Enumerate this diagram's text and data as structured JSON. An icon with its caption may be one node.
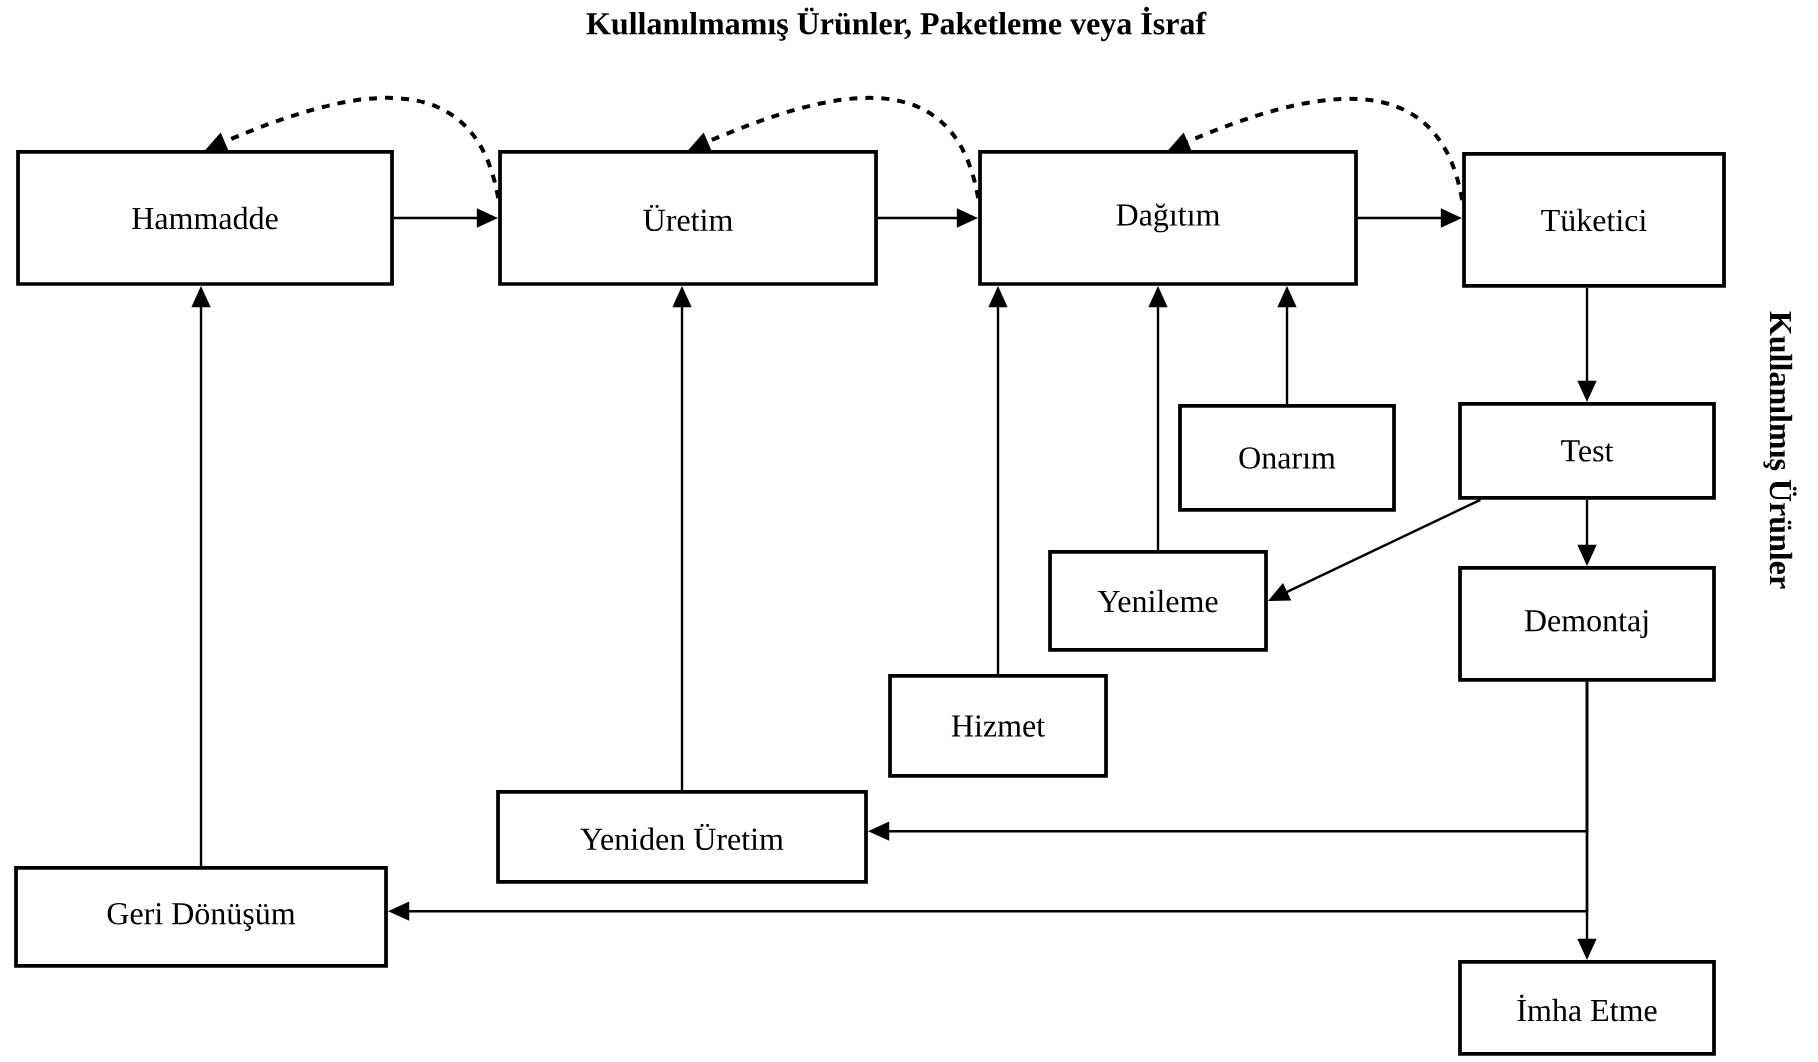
{
  "diagram": {
    "nodes": [
      {
        "text": [
          "Hammadde"
        ]
      },
      {
        "text": [
          "Üretim"
        ]
      },
      {
        "text": [
          "Dağıtım"
        ]
      },
      {
        "text": [
          "Tüketici"
        ]
      },
      {
        "text": [
          "Test"
        ]
      },
      {
        "text": [
          "Onarım"
        ]
      },
      {
        "text": [
          "Yenileme"
        ]
      },
      {
        "text": [
          "Demontaj"
        ]
      },
      {
        "text": [
          "Hizmet"
        ]
      },
      {
        "text": [
          "Yeniden Üretim"
        ]
      },
      {
        "text": [
          "Geri Dönüşüm"
        ]
      },
      {
        "text": [
          "İmha Etme"
        ]
      }
    ],
    "edges": [
      {
        "from": 0,
        "to": 1,
        "arrow": "to"
      },
      {
        "from": 1,
        "to": 2,
        "arrow": "to"
      },
      {
        "from": 2,
        "to": 3,
        "arrow": "to"
      },
      {
        "from": 1,
        "to": 0,
        "arrow": "to",
        "style": "dashed"
      },
      {
        "from": 2,
        "to": 1,
        "arrow": "to",
        "style": "dashed"
      },
      {
        "from": 3,
        "to": 2,
        "arrow": "to",
        "style": "dashed"
      },
      {
        "from": 3,
        "to": 4,
        "arrow": "to"
      },
      {
        "from": 4,
        "to": 6,
        "arrow": "to"
      },
      {
        "from": 4,
        "to": 7,
        "arrow": "to"
      },
      {
        "from": 5,
        "to": 2,
        "arrow": "to"
      },
      {
        "from": 6,
        "to": 2,
        "arrow": "to"
      },
      {
        "from": 8,
        "to": 2,
        "arrow": "to"
      },
      {
        "from": 9,
        "to": 1,
        "arrow": "to"
      },
      {
        "from": 10,
        "to": 0,
        "arrow": "to"
      },
      {
        "from": 7,
        "to": 9,
        "arrow": "to"
      },
      {
        "from": 7,
        "to": 10,
        "arrow": "to"
      },
      {
        "from": 7,
        "to": 11,
        "arrow": "to"
      }
    ],
    "labels": [
      "Kullanılmamış Ürünler, Paketleme veya İsraf",
      "Kullanılmış Ürünler"
    ]
  }
}
